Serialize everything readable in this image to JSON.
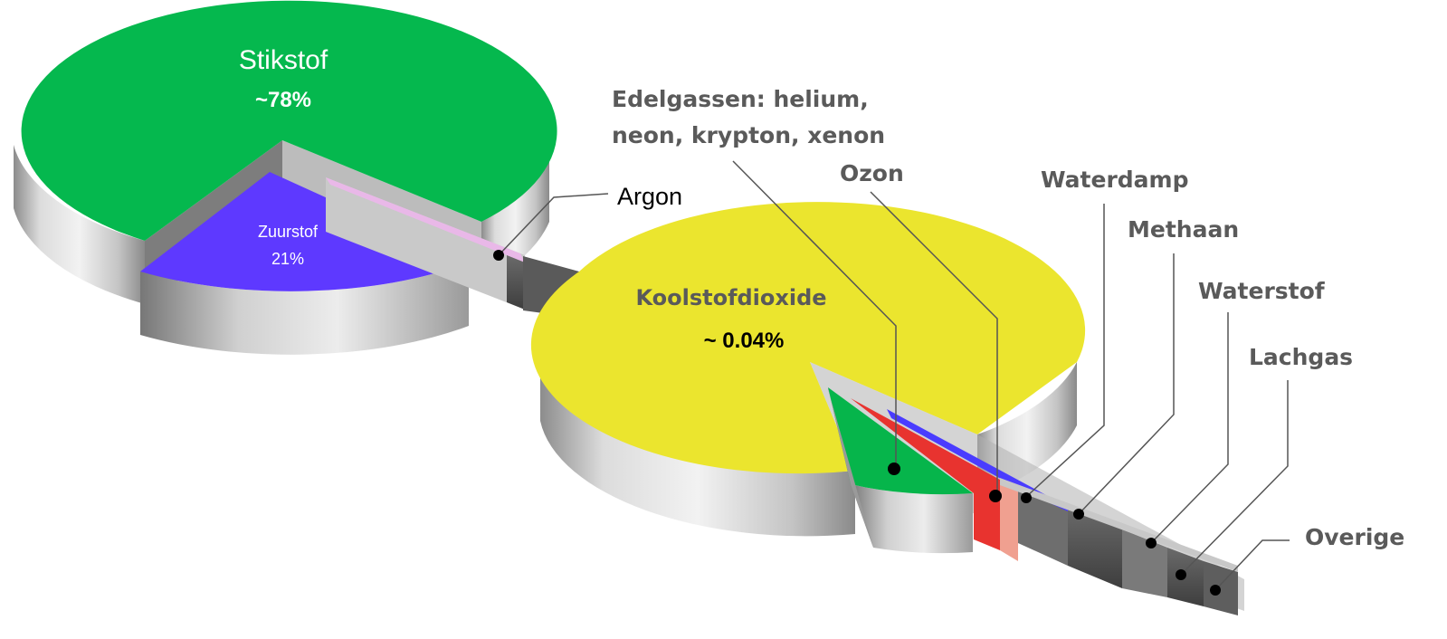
{
  "chart_data": {
    "type": "pie",
    "variant": "3d-exploded-pie-of-pie",
    "main_pie": {
      "slices": [
        {
          "name": "Stikstof",
          "value_label": "~78%",
          "value": 78,
          "color": "#05b84e"
        },
        {
          "name": "Zuurstof",
          "value_label": "21%",
          "value": 21,
          "color": "#5e39ff"
        },
        {
          "name": "Argon",
          "value_label": "",
          "value": 0.9,
          "color": "#e9b8e8"
        }
      ]
    },
    "secondary_pie": {
      "slices": [
        {
          "name": "Koolstofdioxide",
          "value_label": "~ 0.04%",
          "value": 0.04,
          "color": "#ebe52e"
        },
        {
          "name": "Edelgassen: helium, neon, krypton, xenon",
          "value_label": "",
          "value": null,
          "color": "#06b54b"
        },
        {
          "name": "Ozon",
          "value_label": "",
          "value": null,
          "color": "#e8332f"
        },
        {
          "name": "Waterdamp",
          "value_label": "",
          "value": null,
          "color": "#4a3cff"
        },
        {
          "name": "Methaan",
          "value_label": "",
          "value": null,
          "color": "#9a9a9a"
        },
        {
          "name": "Waterstof",
          "value_label": "",
          "value": null,
          "color": "#9a9a9a"
        },
        {
          "name": "Lachgas",
          "value_label": "",
          "value": null,
          "color": "#9a9a9a"
        },
        {
          "name": "Overige",
          "value_label": "",
          "value": null,
          "color": "#9a9a9a"
        }
      ]
    }
  },
  "labels": {
    "stikstof": "Stikstof",
    "stikstof_pct": "~78%",
    "zuurstof": "Zuurstof",
    "zuurstof_pct": "21%",
    "argon": "Argon",
    "co2": "Koolstofdioxide",
    "co2_pct": "~ 0.04%",
    "edelgassen_line1": "Edelgassen: helium,",
    "edelgassen_line2": "neon, krypton, xenon",
    "ozon": "Ozon",
    "waterdamp": "Waterdamp",
    "methaan": "Methaan",
    "waterstof": "Waterstof",
    "lachgas": "Lachgas",
    "overige": "Overige"
  },
  "colors": {
    "stikstof": "#05b84e",
    "zuurstof": "#5e39ff",
    "argon": "#e9b8e8",
    "co2": "#ebe52e",
    "ozon": "#e8332f",
    "side_grey": "#a8a8a8",
    "dark_grey": "#5e5e5e",
    "text_grey": "#5a5a5a"
  }
}
